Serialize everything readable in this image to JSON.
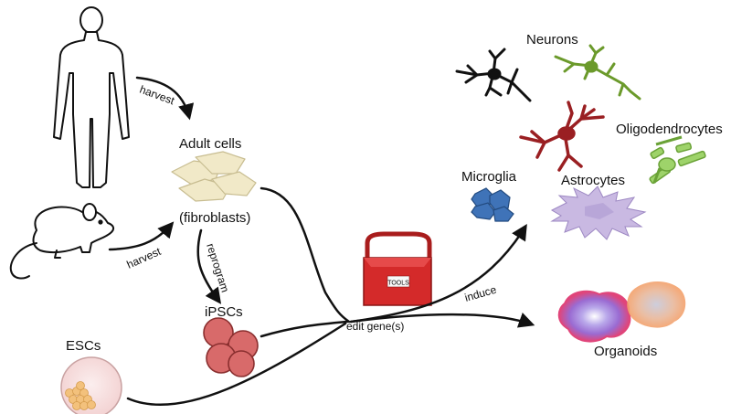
{
  "labels": {
    "harvest_human": "harvest",
    "harvest_rat": "harvest",
    "adult_cells": "Adult cells",
    "fibroblasts": "(fibroblasts)",
    "reprogram": "reprogram",
    "ipscs": "iPSCs",
    "escs": "ESCs",
    "edit_genes": "edit gene(s)",
    "induce": "induce",
    "tools": "TOOLS",
    "neurons": "Neurons",
    "oligodendrocytes": "Oligodendrocytes",
    "microglia": "Microglia",
    "astrocytes": "Astrocytes",
    "organoids": "Organoids"
  },
  "icons": [
    "human-silhouette-icon",
    "rat-icon",
    "fibroblast-cells-icon",
    "ipsc-cluster-icon",
    "esc-dish-icon",
    "toolbox-icon",
    "neuron-black-icon",
    "neuron-green-icon",
    "neuron-red-icon",
    "oligodendrocyte-icon",
    "microglia-icon",
    "astrocyte-icon",
    "organoid-pink-icon",
    "organoid-orange-icon"
  ],
  "colors": {
    "neuron_black": "#111111",
    "neuron_green": "#6b9a2b",
    "neuron_red": "#9a1f22",
    "oligodendrocyte": "#9ed36a",
    "microglia": "#3f73b8",
    "astrocyte": "#c9b9e2",
    "ipsc": "#d86a6a",
    "toolbox": "#d42a2a",
    "organoid_pink": "#e0457a",
    "organoid_orange": "#f0a070"
  }
}
